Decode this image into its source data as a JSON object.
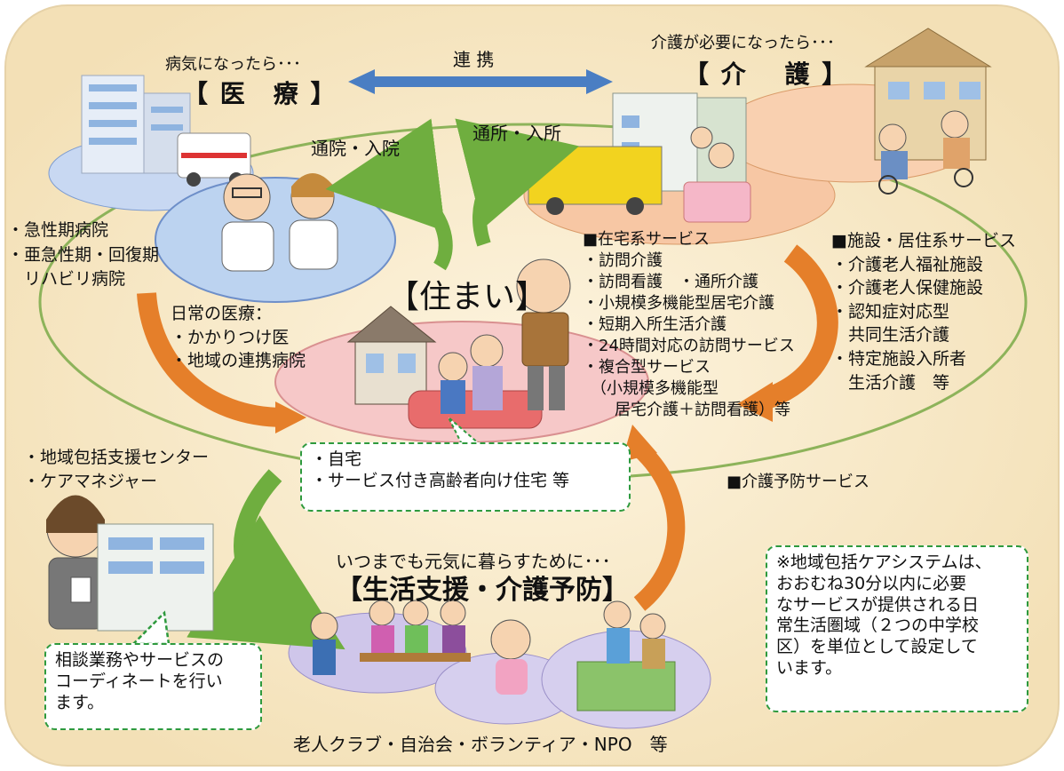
{
  "header": {
    "medical_caption": "病気になったら･･･",
    "medical_title": "【 医　療 】",
    "link_label": "連 携",
    "care_caption": "介護が必要になったら･･･",
    "care_title": "【 介　 護 】"
  },
  "arrows": {
    "hospital_visit": "通院・入院",
    "facility_visit": "通所・入所"
  },
  "medical": {
    "hospitals": [
      "・急性期病院",
      "・亜急性期・回復期",
      "　リハビリ病院"
    ],
    "daily_title": "日常の医療：",
    "daily_items": [
      "・かかりつけ医",
      "・地域の連携病院"
    ]
  },
  "housing": {
    "title": "【住まい】",
    "items": [
      "・自宅",
      "・サービス付き高齢者向け住宅 等"
    ]
  },
  "home_services": {
    "title": "■在宅系サービス",
    "items": [
      "・訪問介護",
      "・訪問看護　・通所介護",
      "・小規模多機能型居宅介護",
      "・短期入所生活介護",
      "・24時間対応の訪問サービス",
      "・複合型サービス",
      "　（小規模多機能型",
      "　　居宅介護＋訪問看護）等"
    ]
  },
  "facility_services": {
    "title": "■施設・居住系サービス",
    "items": [
      "・介護老人福祉施設",
      "・介護老人保健施設",
      "・認知症対応型",
      "　共同生活介護",
      "・特定施設入所者",
      "　生活介護　等"
    ]
  },
  "prevention_service": "■介護予防サービス",
  "support_center": {
    "items": [
      "・地域包括支援センター",
      "・ケアマネジャー"
    ],
    "note": [
      "相談業務やサービスの",
      "コーディネートを行い",
      "ます。"
    ]
  },
  "living_support": {
    "caption": "いつまでも元気に暮らすために･･･",
    "title": "【生活支援・介護予防】",
    "footer": "老人クラブ・自治会・ボランティア・NPO　等"
  },
  "note_box": [
    "※地域包括ケアシステムは、",
    "おおむね30分以内に必要",
    "なサービスが提供される日",
    "常生活圏域（２つの中学校",
    "区）を単位として設定して",
    "います。"
  ],
  "colors": {
    "background": "#fbefd6",
    "green_arrow": "#6fae3f",
    "orange_arrow": "#e57f2a",
    "blue_arrow": "#4a7ec3",
    "dashed_border": "#2e9a3e"
  }
}
